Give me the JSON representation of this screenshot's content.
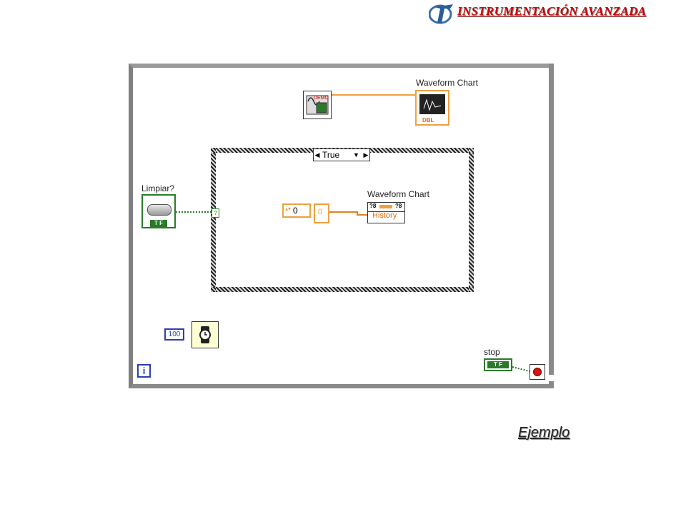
{
  "header": {
    "title": "INSTRUMENTACIÓN AVANZADA",
    "logo_icon": "faculty-logo"
  },
  "diagram": {
    "case_selector": "True",
    "labels": {
      "top_chart": "Waveform Chart",
      "inner_chart": "Waveform Chart",
      "limpiar": "Limpiar?",
      "stop": "stop"
    },
    "demo_icon_text": "DEMO",
    "terminal_type": "DBL",
    "numeric_value": "0",
    "indicator_value": "0",
    "property_name": "History",
    "wait_ms": "100",
    "iteration_symbol": "i",
    "tf_label": "T F",
    "tunnel_symbol": "?"
  },
  "footer": {
    "link_text": "Ejemplo"
  },
  "colors": {
    "orange_wire": "#f0a040",
    "green_wire": "#2a7a2a",
    "blue_const": "#2c3fb0",
    "title_red": "#cc0000"
  }
}
